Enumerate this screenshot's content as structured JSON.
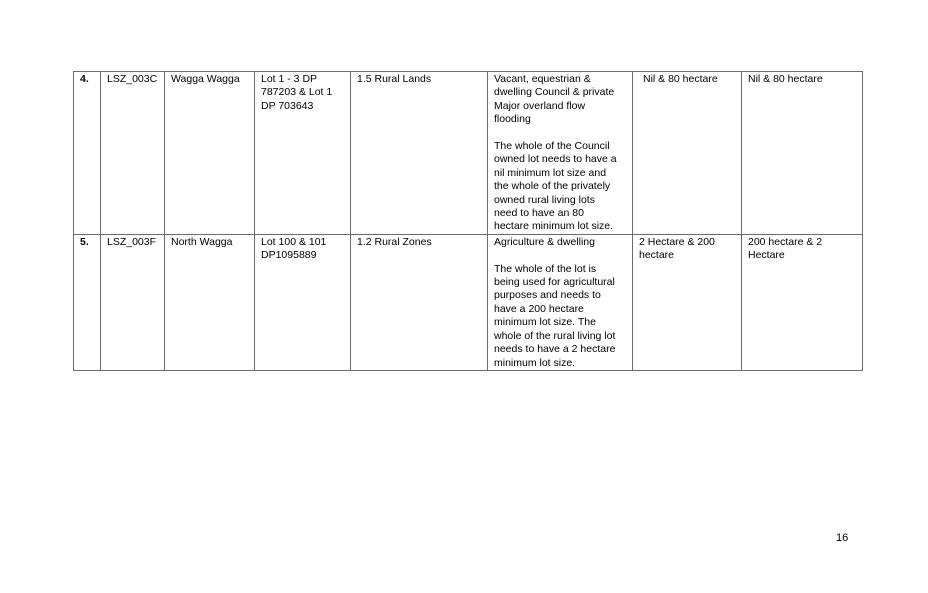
{
  "table": {
    "rows": [
      {
        "number": "4.",
        "id": "LSZ_003C",
        "location": "Wagga Wagga",
        "lot_lines": [
          "Lot 1 -  3  DP",
          "787203 & Lot 1",
          "DP 703643"
        ],
        "zone": "1.5 Rural Lands",
        "desc_lines_a": [
          "Vacant, equestrian &",
          "dwelling Council & private",
          "Major overland flow",
          "flooding"
        ],
        "desc_lines_b": [
          "The whole of the Council",
          "owned lot needs to have a",
          "nil minimum lot size and",
          "the whole of the privately",
          "owned rural living lots",
          "need to have an 80",
          "hectare minimum lot size."
        ],
        "current_lines": [
          "Nil & 80 hectare"
        ],
        "proposed_lines": [
          "Nil & 80 hectare"
        ]
      },
      {
        "number": "5.",
        "id": "LSZ_003F",
        "location": "North Wagga",
        "lot_lines": [
          "Lot 100 & 101",
          "DP1095889"
        ],
        "zone": "1.2 Rural Zones",
        "desc_lines_a": [
          "Agriculture & dwelling"
        ],
        "desc_lines_b": [
          "The whole of the lot is",
          "being used for agricultural",
          "purposes and needs to",
          "have a 200 hectare",
          "minimum lot size. The",
          "whole of the rural living lot",
          "needs to have a 2 hectare",
          "minimum lot size."
        ],
        "current_lines": [
          "2 Hectare & 200",
          "hectare"
        ],
        "proposed_lines": [
          "200 hectare & 2",
          "Hectare"
        ]
      }
    ]
  },
  "page_number": "16"
}
